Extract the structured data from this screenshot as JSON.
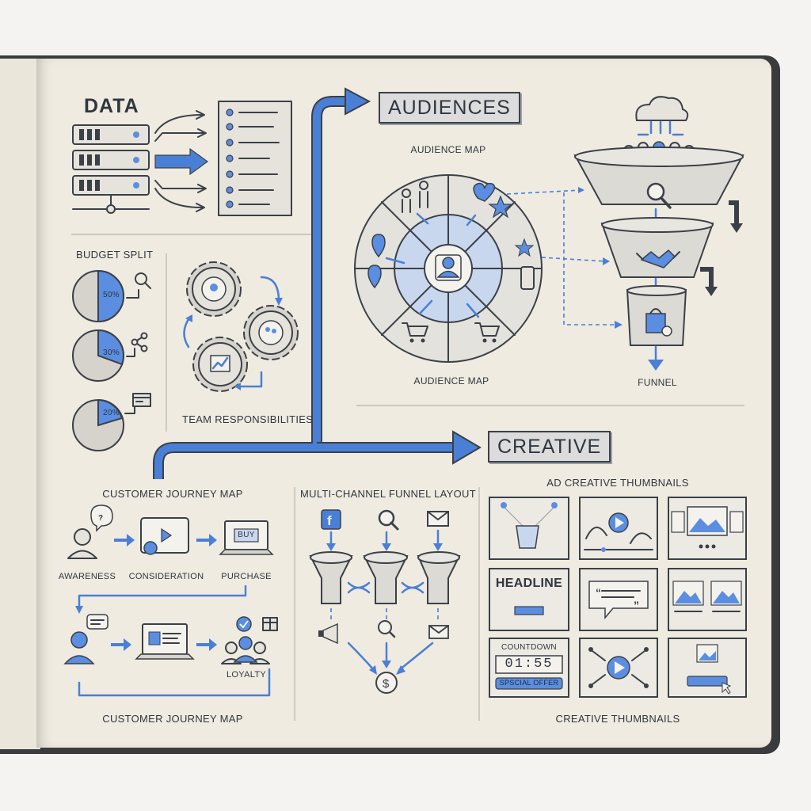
{
  "sections": {
    "data_title": "DATA",
    "audiences_title": "AUDIENCES",
    "creative_title": "CREATIVE"
  },
  "budget": {
    "title": "BUDGET SPLIT",
    "pies": [
      {
        "label": "50%",
        "value": 50,
        "icon": "magnifier-icon"
      },
      {
        "label": "30%",
        "value": 30,
        "icon": "share-icon"
      },
      {
        "label": "20%",
        "value": 20,
        "icon": "browser-window-icon"
      }
    ]
  },
  "team": {
    "caption": "TEAM RESPONSIBILITIES"
  },
  "audience": {
    "top_label": "AUDIENCE MAP",
    "bottom_label": "AUDIENCE MAP",
    "funnel_label": "FUNNEL"
  },
  "journey": {
    "top_title": "CUSTOMER JOURNEY MAP",
    "bottom_title": "CUSTOMER JOURNEY MAP",
    "stages": [
      "AWARENESS",
      "CONSIDERATION",
      "PURCHASE",
      "LOYALTY"
    ],
    "buy_label": "BUY"
  },
  "multichannel": {
    "title": "MULTI-CHANNEL FUNNEL LAYOUT"
  },
  "creative": {
    "top_title": "AD CREATIVE THUMBNAILS",
    "bottom_title": "CREATIVE THUMBNAILS",
    "headline": "HEADLINE",
    "countdown_label": "COUNTDOWN",
    "countdown_digits": "01:55",
    "offer_label": "SPSCIAL OFFER"
  },
  "colors": {
    "accent": "#4a7fd6",
    "ink": "#3b4048",
    "paper": "#efebe0"
  }
}
